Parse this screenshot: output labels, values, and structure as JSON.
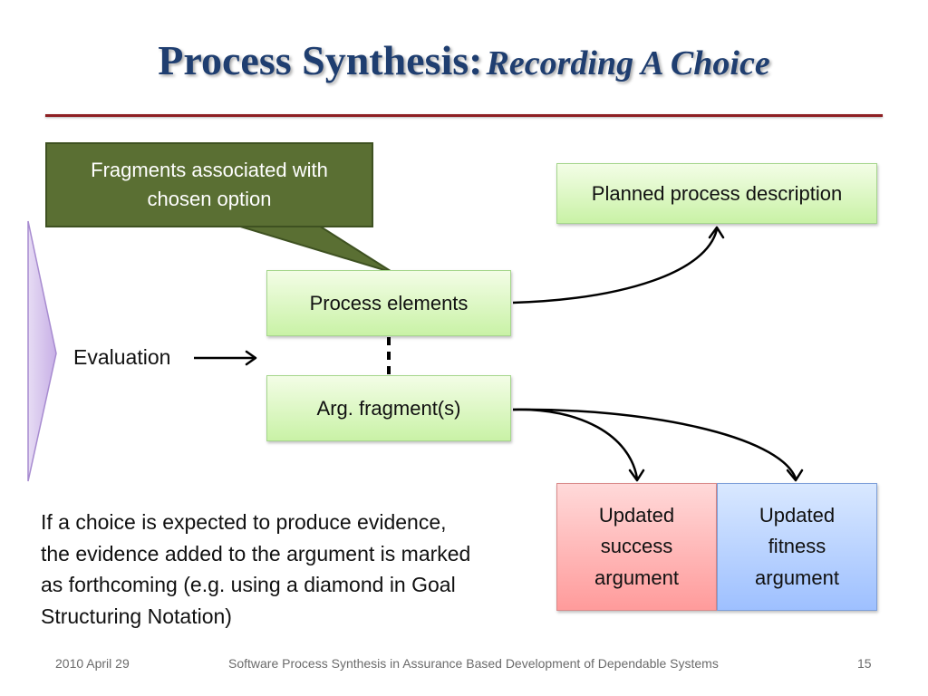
{
  "title": {
    "main": "Process Synthesis:",
    "sub": "Recording A Choice"
  },
  "callout": {
    "line1": "Fragments associated with",
    "line2": "chosen option"
  },
  "boxes": {
    "planned": "Planned process description",
    "process_elements": "Process elements",
    "arg_fragment": "Arg. fragment(s)",
    "success": {
      "l1": "Updated",
      "l2": "success",
      "l3": "argument"
    },
    "fitness": {
      "l1": "Updated",
      "l2": "fitness",
      "l3": "argument"
    }
  },
  "evaluation_label": "Evaluation",
  "paragraph": {
    "l1": "If a choice is expected to produce evidence,",
    "l2": "the evidence added to the argument is marked",
    "l3": "as forthcoming (e.g. using a diamond in Goal",
    "l4": "Structuring Notation)"
  },
  "footer": {
    "date": "2010 April 29",
    "center": "Software Process Synthesis in Assurance Based Development of Dependable Systems",
    "page": "15"
  }
}
